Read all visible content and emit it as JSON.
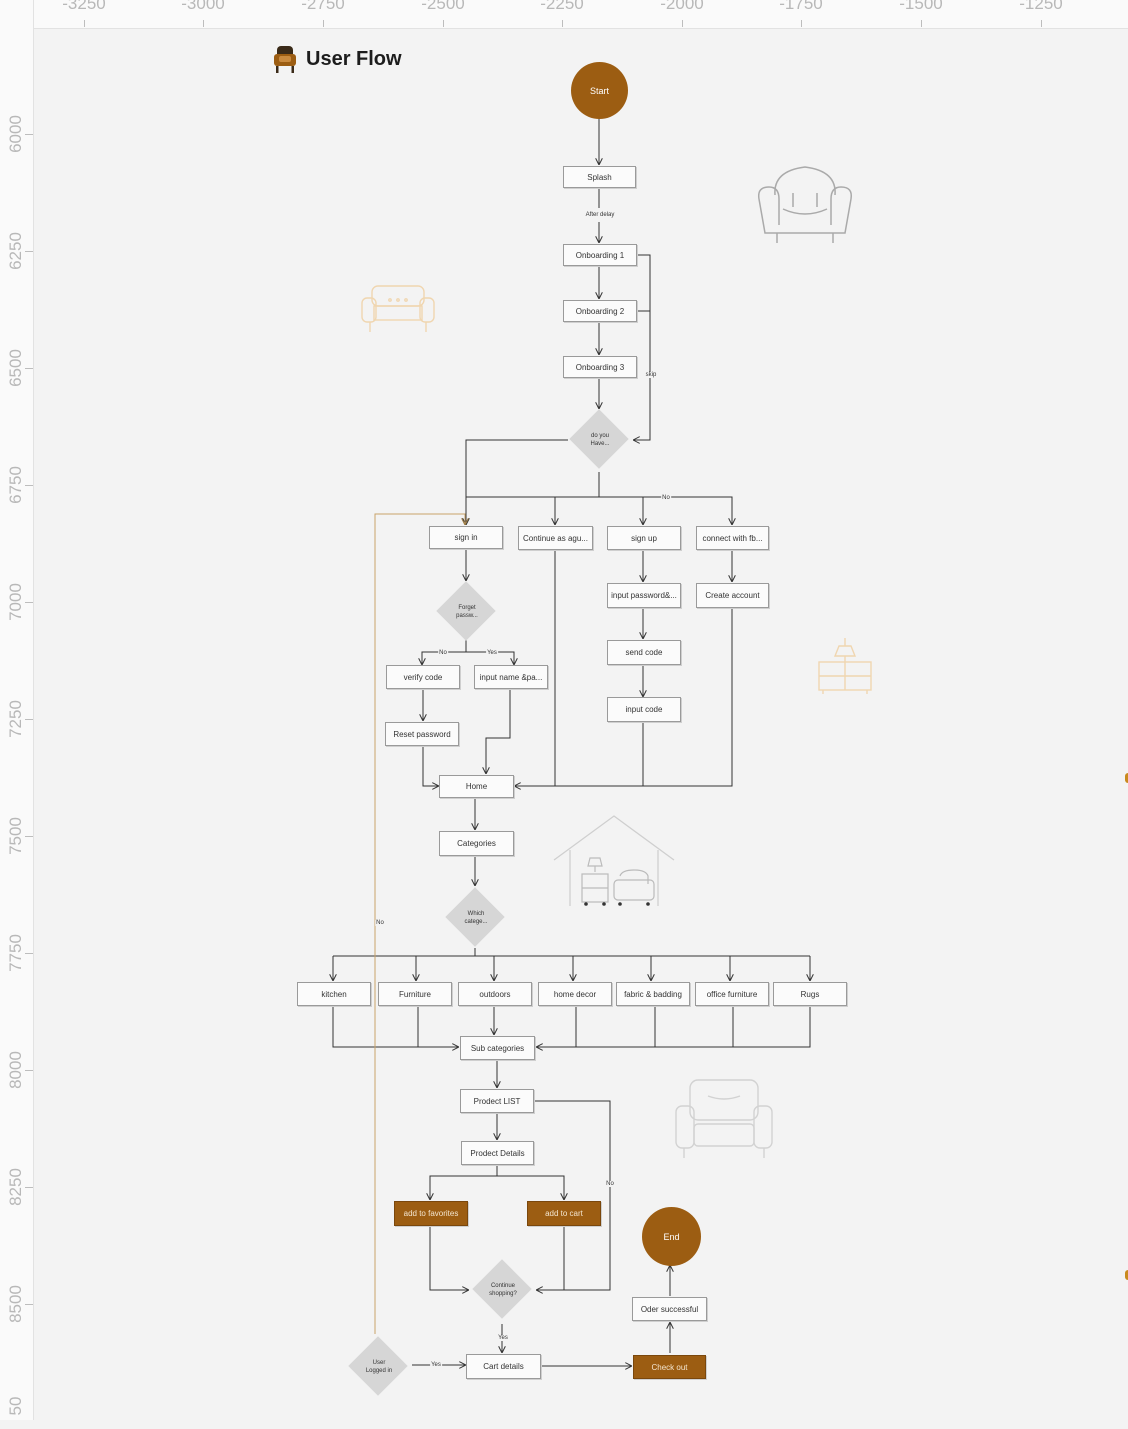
{
  "title": "User Flow",
  "colors": {
    "accent": "#9c5d12",
    "node_fill": "#fbfbfb",
    "decision_fill": "#d6d6d6",
    "wire": "#333333",
    "alt_wire": "#c9a36a"
  },
  "ruler": {
    "top": [
      "-3250",
      "-3000",
      "-2750",
      "-2500",
      "-2250",
      "-2000",
      "-1750",
      "-1500",
      "-1250"
    ],
    "left": [
      "6000",
      "6250",
      "6500",
      "6750",
      "7000",
      "7250",
      "7500",
      "7750",
      "8000",
      "8250",
      "8500",
      "50"
    ]
  },
  "nodes": {
    "start": "Start",
    "splash": "Splash",
    "onboarding1": "Onboarding 1",
    "onboarding2": "Onboarding 2",
    "onboarding3": "Onboarding 3",
    "have_account": "do you\nHave...",
    "sign_in": "sign in",
    "guest": "Continue as agu...",
    "sign_up": "sign up",
    "connect_fb": "connect with fb...",
    "forget_password": "Forget\npassw...",
    "verify_code": "verify code",
    "input_name_pass": "input name &pa...",
    "reset_password": "Reset password",
    "input_password": "input password&...",
    "send_code": "send code",
    "input_code": "input code",
    "create_account": "Create account",
    "home": "Home",
    "categories": "Categories",
    "which_category": "Which\ncatege...",
    "cat_kitchen": "kitchen",
    "cat_furniture": "Furniture",
    "cat_outdoors": "outdoors",
    "cat_home_decor": "home decor",
    "cat_fabric": "fabric & badding",
    "cat_office": "office furniture",
    "cat_rugs": "Rugs",
    "sub_categories": "Sub categories",
    "product_list": "Prodect LIST",
    "product_details": "Prodect Details",
    "add_favorites": "add to favorites",
    "add_cart": "add to cart",
    "continue_shopping": "Continue\nshopping?",
    "user_logged_in": "User\nLogged in",
    "cart_details": "Cart details",
    "check_out": "Check out",
    "order_successful": "Oder successful",
    "end": "End"
  },
  "edge_labels": {
    "after_delay": "After delay",
    "skip": "skip",
    "no_have": "No",
    "no_forget": "No",
    "yes_forget": "Yes",
    "no_login": "No",
    "no_list": "No",
    "yes_continue": "Yes",
    "yes_logged": "Yes"
  },
  "icons": [
    "armchair-logo-icon",
    "armchair-outline-icon",
    "sofa-outline-icon",
    "cabinet-lamp-outline-icon",
    "house-furniture-icon",
    "armchair-faint-icon"
  ]
}
